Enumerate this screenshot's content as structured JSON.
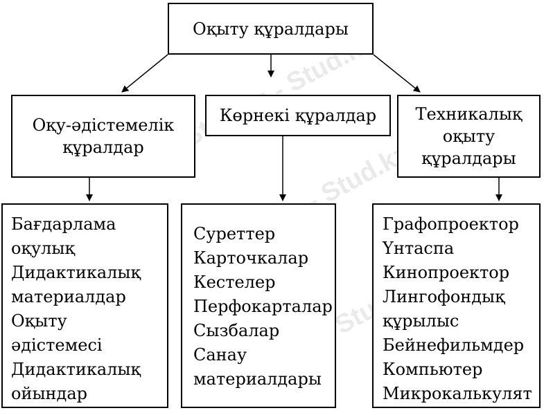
{
  "root": {
    "label": "Оқыту құралдары"
  },
  "categories": [
    {
      "label": "Оқу-әдістемелік құралдар",
      "items": [
        "Бағдарлама",
        "оқулық",
        "Дидактикалық",
        "материалдар",
        "Оқыту",
        "әдістемесі",
        "Дидактикалық",
        "ойындар"
      ]
    },
    {
      "label": "Көрнекі құралдар",
      "items": [
        "Суреттер",
        "Карточкалар",
        "Кестелер",
        "Перфокарталар",
        "Сызбалар",
        "Санау",
        "материалдары"
      ]
    },
    {
      "label": "Техникалық оқыту құралдары",
      "items": [
        "Графопроектор",
        "Үнтаспа",
        "Кинопроектор",
        "Лингофондық",
        "құрылыс",
        "Бейнефильмдер",
        "Компьютер",
        "Микрокалькулят"
      ]
    }
  ],
  "watermark": "Stud.kz - Stud.kz",
  "colors": {
    "line": "#000000",
    "box_fill": "#ffffff",
    "watermark": "#aaaaaa"
  }
}
